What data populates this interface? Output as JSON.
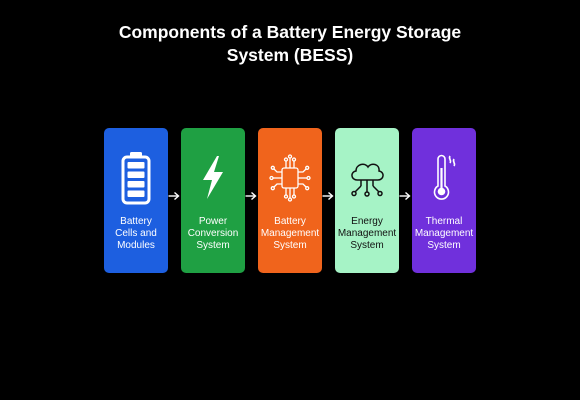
{
  "title": {
    "line1": "Components of a Battery Energy Storage",
    "line2": "System (BESS)"
  },
  "components": [
    {
      "label_lines": [
        "Battery",
        "Cells and",
        "Modules"
      ],
      "icon": "battery-icon",
      "color": "#1d5fe0",
      "text_color": "#ffffff"
    },
    {
      "label_lines": [
        "Power",
        "Conversion",
        "System"
      ],
      "icon": "lightning-bolt-icon",
      "color": "#1fa043",
      "text_color": "#ffffff"
    },
    {
      "label_lines": [
        "Battery",
        "Management",
        "System"
      ],
      "icon": "circuit-chip-icon",
      "color": "#f0641c",
      "text_color": "#ffffff"
    },
    {
      "label_lines": [
        "Energy",
        "Management",
        "System"
      ],
      "icon": "cloud-network-icon",
      "color": "#a6f3c6",
      "text_color": "#111111"
    },
    {
      "label_lines": [
        "Thermal",
        "Management",
        "System"
      ],
      "icon": "thermometer-icon",
      "color": "#7030dc",
      "text_color": "#ffffff"
    }
  ],
  "colors": {
    "background": "#000000",
    "title": "#ffffff",
    "arrow": "#ffffff"
  }
}
